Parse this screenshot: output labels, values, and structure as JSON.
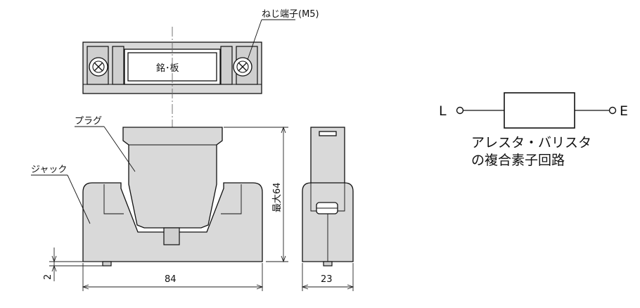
{
  "labels": {
    "screw_terminal": "ねじ端子(M5)",
    "nameplate": "銘･板",
    "plug": "プラグ",
    "jack": "ジャック",
    "max_height": "最大64",
    "width": "84",
    "depth": "23",
    "gap": "2"
  },
  "circuit": {
    "left_terminal": "L",
    "right_terminal": "E",
    "caption_line1": "アレスタ・バリスタ",
    "caption_line2": "の複合素子回路"
  }
}
